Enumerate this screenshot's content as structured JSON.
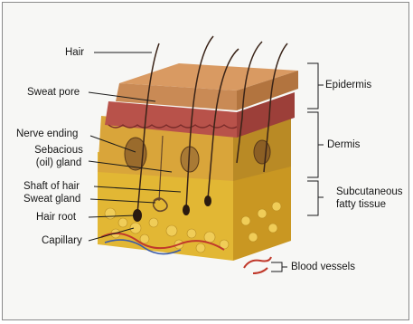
{
  "labels": {
    "left": {
      "hair": "Hair",
      "sweat_pore": "Sweat pore",
      "nerve_ending": "Nerve ending",
      "sebaceous_line1": "Sebacious",
      "sebaceous_line2": "(oil) gland",
      "shaft_of_hair": "Shaft of hair",
      "sweat_gland": "Sweat gland",
      "hair_root": "Hair root",
      "capillary": "Capillary"
    },
    "right": {
      "epidermis": "Epidermis",
      "dermis": "Dermis",
      "subcutaneous_line1": "Subcutaneous",
      "subcutaneous_line2": "fatty tissue",
      "blood_vessels": "Blood vessels"
    }
  },
  "colors": {
    "epidermis_top": "#c98a55",
    "dermis_pink": "#b8524a",
    "subcutaneous_yellow": "#e2b734",
    "hair": "#3a2418",
    "leader": "#1a1a1a",
    "blood_vessel": "#c0392b"
  }
}
